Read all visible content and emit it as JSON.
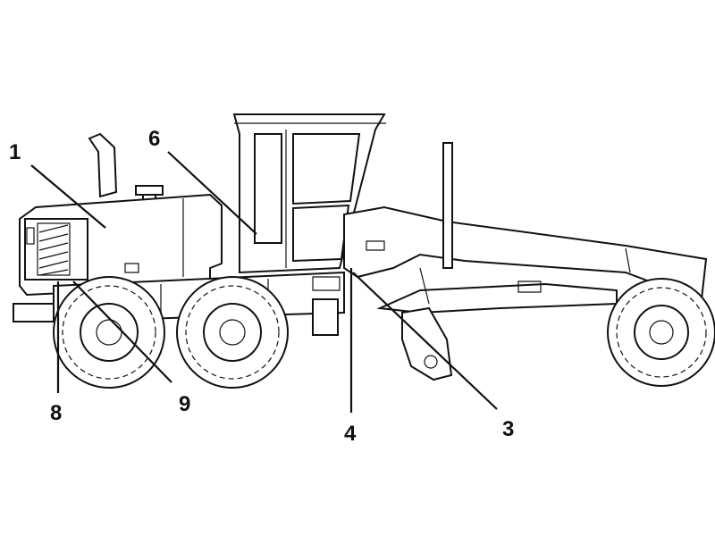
{
  "diagram": {
    "subject": "motor-grader",
    "callouts": [
      {
        "id": "1",
        "label": "1"
      },
      {
        "id": "6",
        "label": "6"
      },
      {
        "id": "8",
        "label": "8"
      },
      {
        "id": "9",
        "label": "9"
      },
      {
        "id": "4",
        "label": "4"
      },
      {
        "id": "3",
        "label": "3"
      }
    ]
  }
}
